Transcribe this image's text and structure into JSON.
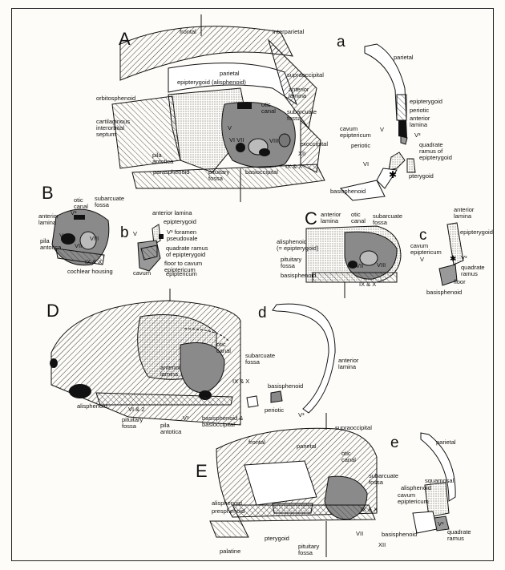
{
  "panel_letters": {
    "A": "A",
    "a": "a",
    "B": "B",
    "b": "b",
    "C": "C",
    "c": "c",
    "D": "D",
    "d": "d",
    "E": "E",
    "e": "e"
  },
  "labels_A": {
    "frontal": "frontal",
    "interparietal": "interparietal",
    "parietal": "parietal",
    "supraoccipital": "supraoccipital",
    "epipterygoid": "epipterygoid (alisphenoid)",
    "anterior_lamina": "anterior\nlamina",
    "orbitosphenoid": "orbitosphenoid",
    "otic_canal": "otic\ncanal",
    "subarcuate_fossa": "subarcuate\nfossa",
    "cartilaginous_septum": "cartilaginous\ninterorbital\nseptum",
    "exoccipital": "exoccipital",
    "xii": "XII",
    "pila_antotica": "pila\nantotica",
    "parasphenoid": "parasphenoid",
    "pituitary_fossa": "pituitary\nfossa",
    "basioccipital": "basioccipital",
    "ix_x": "IX & X",
    "v": "V",
    "vii_viii": "VI VII",
    "viii": "VIII"
  },
  "labels_a": {
    "parietal": "parietal",
    "epipterygoid": "epipterygoid",
    "periotic": "periotic",
    "anterior_lamina": "anterior\nlamina",
    "v": "V",
    "cavum": "cavum\nepiptericum",
    "v3": "V³",
    "periotic2": "periotic",
    "quadrate_ramus": "quadrate\nramus of\nepipterygoid",
    "vi": "VI",
    "pterygoid": "pterygoid",
    "basisphenoid": "basisphenoid"
  },
  "labels_B": {
    "otic_canal": "otic\ncanal",
    "v3": "V³",
    "subarcuate_fossa": "subarcuate\nfossa",
    "anterior_lamina": "anterior\nlamina",
    "v": "V",
    "pila_antotica": "pila\nantotica",
    "vii_viii": "VII",
    "viii": "VIII",
    "ix_x": "IX & X",
    "cochlear_housing": "cochlear housing"
  },
  "labels_b": {
    "anterior_lamina": "anterior lamina",
    "epipterygoid": "epipterygoid",
    "v": "V",
    "v3": "V³ foramen\npseudovale",
    "quadrate_ramus": "quadrate ramus\nof epipterygoid",
    "floor": "floor to cavum\nepiptericum",
    "cavum": "cavum",
    "epiptericum": "epiptericum"
  },
  "labels_C": {
    "anterior_lamina": "anterior\nlamina",
    "otic_canal": "otic\ncanal",
    "subarcuate_fossa": "subarcuate\nfossa",
    "alisphenoid": "alisphenoid\n(= epipterygoid)",
    "pituitary_fossa": "pituitary\nfossa",
    "basisphenoid": "basisphenoid",
    "ix_x": "IX & X",
    "viii": "VIII",
    "vii": "VII"
  },
  "labels_c": {
    "anterior_lamina": "anterior\nlamina",
    "epipterygoid": "epipterygoid",
    "cavum": "cavum\nepiptericum",
    "v": "V",
    "v3": "V³",
    "quadrate_ramus": "quadrate\nramus",
    "floor": "floor",
    "basisphenoid": "basisphenoid"
  },
  "labels_D": {
    "otic_canal": "otic\ncanal",
    "subarcuate_fossa": "subarcuate\nfossa",
    "anterior_lamina": "anterior\nlamina",
    "ix_x": "IX & X",
    "alisphenoid": "alisphenoid",
    "vi_v2": "VI & 2",
    "pituitary_fossa": "pituitary\nfossa",
    "v3": "V³",
    "basisphenoid": "basisphenoid &\nbasioccipital",
    "pila_antotica": "pila\nantotica"
  },
  "labels_d": {
    "anterior_lamina": "anterior\nlamina",
    "basisphenoid": "basisphenoid",
    "periotic": "periotic",
    "v3": "V³"
  },
  "labels_E": {
    "supraoccipital": "supraoccipital",
    "frontal": "frontal",
    "parietal": "parietal",
    "otic_canal": "otic\ncanal",
    "subarcuate_fossa": "subarcuate\nfossa",
    "alisphenoid": "alisphenoid",
    "presphenoid": "presphenoid",
    "ix_x": "IX & X",
    "vii": "VII",
    "xii": "XII",
    "pterygoid": "pterygoid",
    "palatine": "palatine",
    "pituitary_fossa": "pituitary\nfossa"
  },
  "labels_e": {
    "parietal": "parietal",
    "squamosal": "squamosal",
    "alisphenoid": "alisphenoid",
    "cavum": "cavum\nepiptericum",
    "basisphenoid": "basisphenoid",
    "v3": "V³",
    "quadrate_ramus": "quadrate\nramus"
  }
}
